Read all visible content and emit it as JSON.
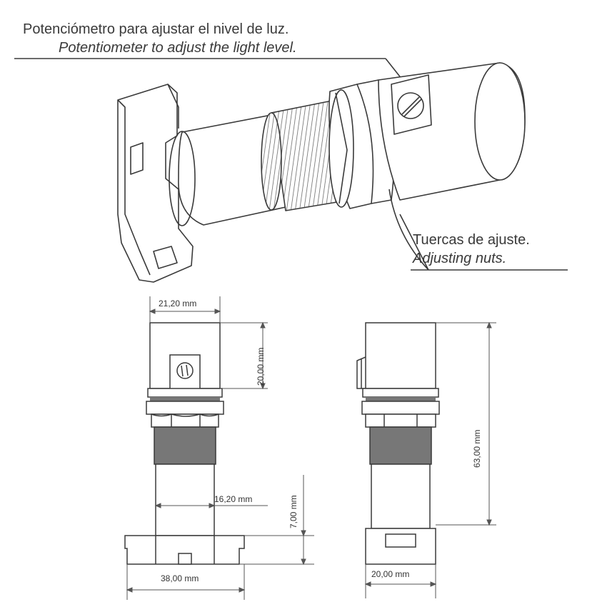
{
  "callouts": {
    "potentiometer": {
      "es": "Potenciómetro para ajustar el nivel de luz.",
      "en": "Potentiometer to adjust the light level."
    },
    "nuts": {
      "es": "Tuercas de ajuste.",
      "en": "Adjusting nuts."
    }
  },
  "dimensions": {
    "head_width": "21,20 mm",
    "head_height": "20,00 mm",
    "tube_width": "16,20 mm",
    "base_height": "7,00 mm",
    "base_width": "38,00 mm",
    "total_height": "63,00 mm",
    "side_base_width": "20,00 mm"
  },
  "colors": {
    "line": "#3a3a3a",
    "thread": "#6b6b6b",
    "dim_line": "#555555"
  }
}
